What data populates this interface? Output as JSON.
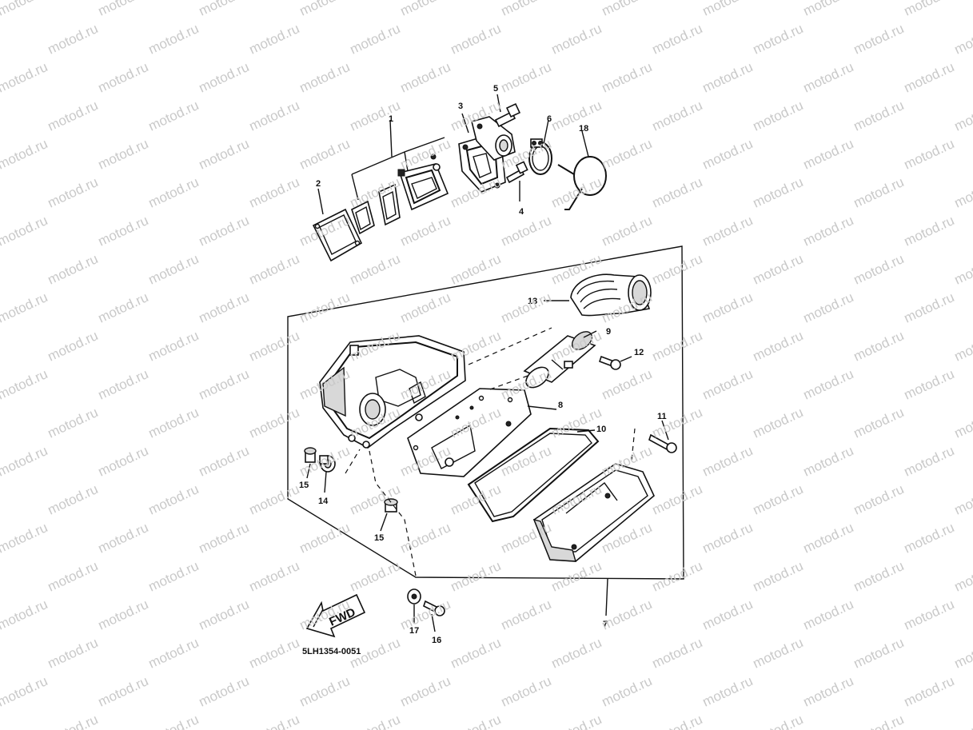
{
  "watermark": "motod.ru",
  "diagram_code": "5LH1354-0051",
  "fwd_label": "FWD",
  "callouts": {
    "p1": "1",
    "p2": "2",
    "p3": "3",
    "p4": "4",
    "p5": "5",
    "p6": "6",
    "p7": "7",
    "p8": "8",
    "p9": "9",
    "p10": "10",
    "p11": "11",
    "p12": "12",
    "p13": "13",
    "p14": "14",
    "p15a": "15",
    "p15b": "15",
    "p16": "16",
    "p17": "17",
    "p18": "18"
  },
  "colors": {
    "ink": "#111111",
    "watermark": "#c9c9c9",
    "background": "#ffffff"
  }
}
